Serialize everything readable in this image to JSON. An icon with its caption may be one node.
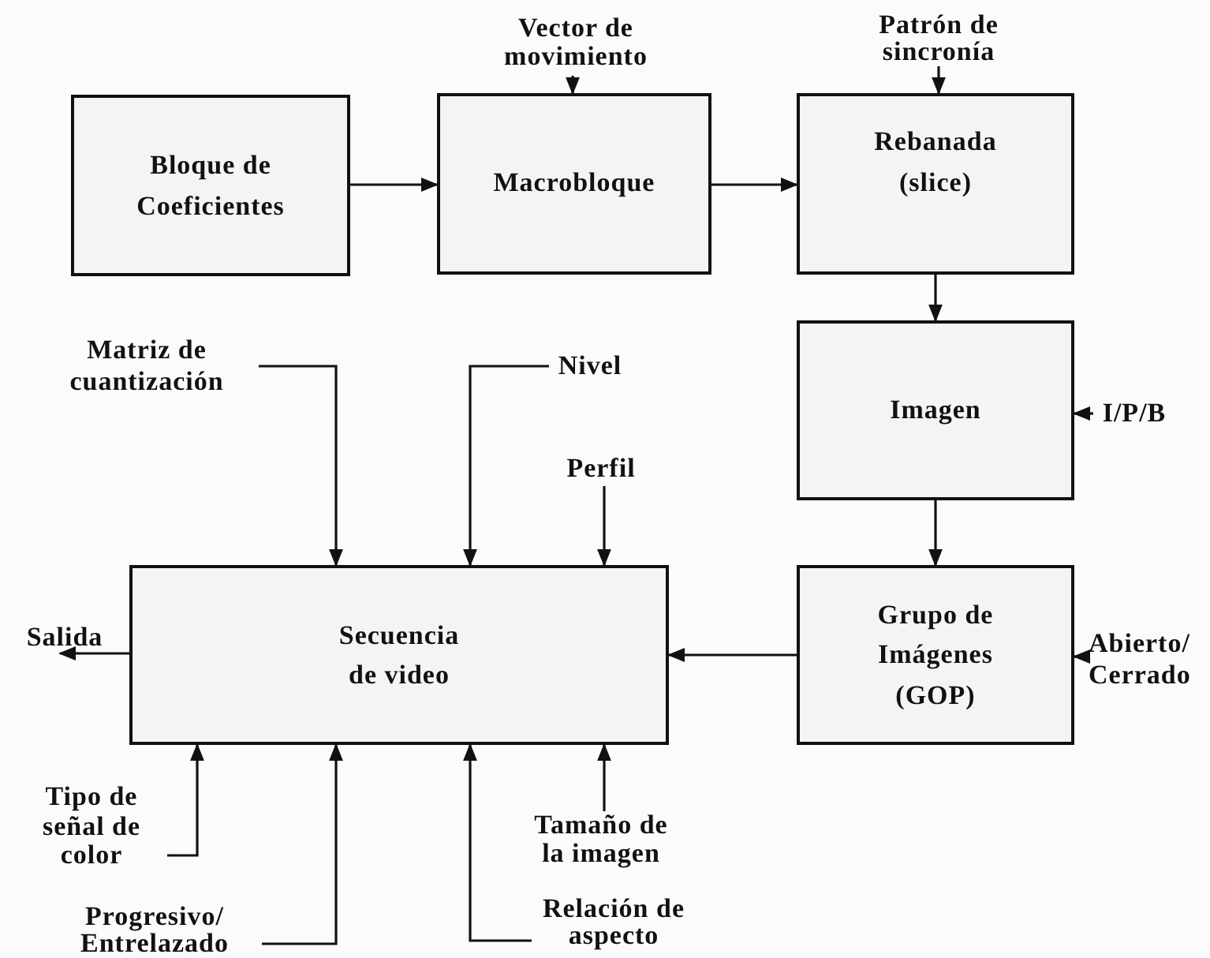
{
  "diagram": {
    "nodes": [
      {
        "text": [
          "Bloque de Coeficientes"
        ]
      },
      {
        "text": [
          "Macrobloque"
        ]
      },
      {
        "text": [
          "Rebanada (slice)"
        ]
      },
      {
        "text": [
          "Imagen"
        ]
      },
      {
        "text": [
          "Grupo de Imágenes (GOP)"
        ]
      },
      {
        "text": [
          "Secuencia de video"
        ]
      },
      {
        "text": [
          "Vector de movimiento"
        ]
      },
      {
        "text": [
          "Patrón de sincronía"
        ]
      },
      {
        "text": [
          "I/P/B"
        ]
      },
      {
        "text": [
          "Abierto/ Cerrado"
        ]
      },
      {
        "text": [
          "Matriz de cuantización"
        ]
      },
      {
        "text": [
          "Nivel"
        ]
      },
      {
        "text": [
          "Perfil"
        ]
      },
      {
        "text": [
          "Salida"
        ]
      },
      {
        "text": [
          "Tipo de señal de color"
        ]
      },
      {
        "text": [
          "Progresivo/ Entrelazado"
        ]
      },
      {
        "text": [
          "Tamaño de la imagen"
        ]
      },
      {
        "text": [
          "Relación de aspecto"
        ]
      }
    ],
    "edges": [
      {
        "from": 0,
        "to": 1,
        "arrow": "to"
      },
      {
        "from": 1,
        "to": 2,
        "arrow": "to"
      },
      {
        "from": 2,
        "to": 3,
        "arrow": "to"
      },
      {
        "from": 3,
        "to": 4,
        "arrow": "to"
      },
      {
        "from": 4,
        "to": 5,
        "arrow": "to"
      },
      {
        "from": 6,
        "to": 1,
        "arrow": "to"
      },
      {
        "from": 7,
        "to": 2,
        "arrow": "to"
      },
      {
        "from": 8,
        "to": 3,
        "arrow": "to"
      },
      {
        "from": 9,
        "to": 4,
        "arrow": "to"
      },
      {
        "from": 10,
        "to": 5,
        "arrow": "to"
      },
      {
        "from": 11,
        "to": 5,
        "arrow": "to"
      },
      {
        "from": 12,
        "to": 5,
        "arrow": "to"
      },
      {
        "from": 5,
        "to": 13,
        "arrow": "to"
      },
      {
        "from": 14,
        "to": 5,
        "arrow": "to"
      },
      {
        "from": 15,
        "to": 5,
        "arrow": "to"
      },
      {
        "from": 16,
        "to": 5,
        "arrow": "to"
      },
      {
        "from": 17,
        "to": 5,
        "arrow": "to"
      }
    ]
  }
}
